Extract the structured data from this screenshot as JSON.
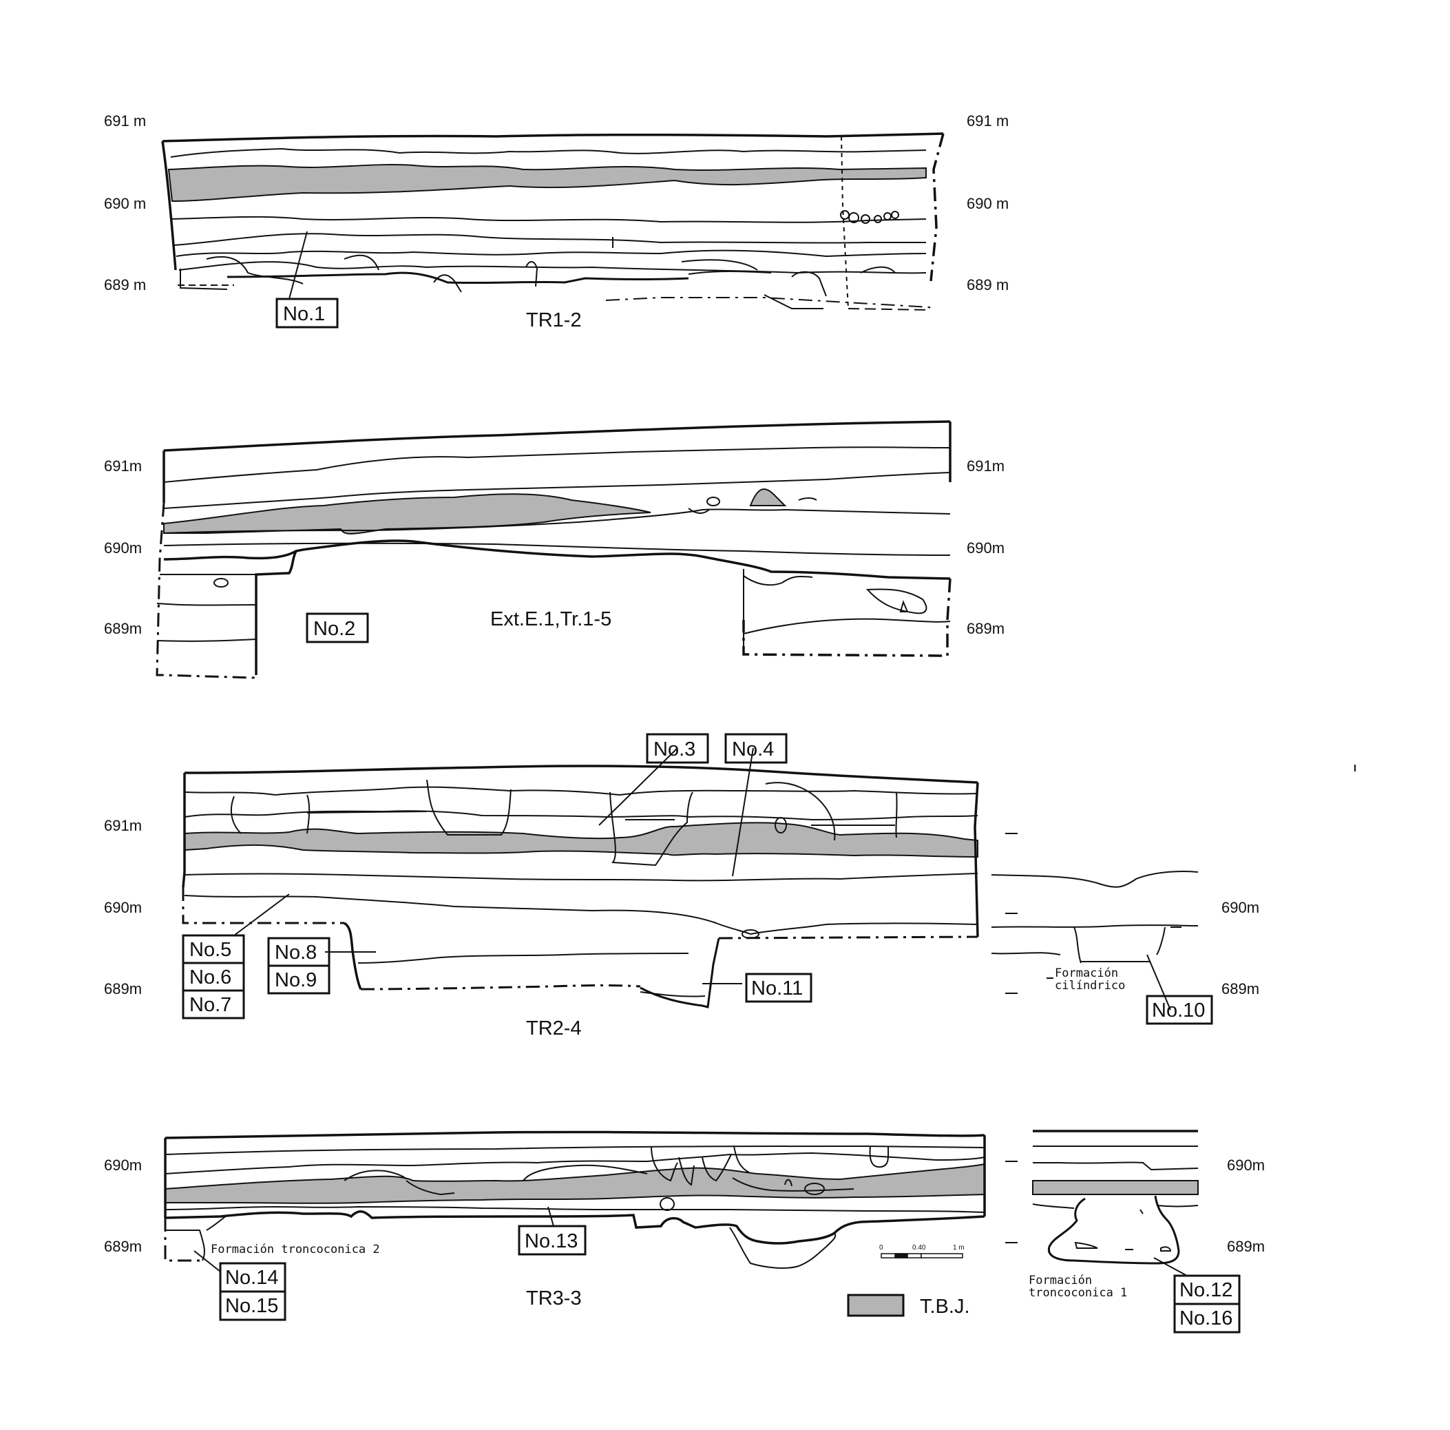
{
  "sections": [
    {
      "title": "TR1-2",
      "elevation_labels_left": [
        "691 m",
        "690 m",
        "689 m"
      ],
      "elevation_labels_right": [
        "691 m",
        "690 m",
        "689 m"
      ],
      "samples": [
        "No.1"
      ]
    },
    {
      "title": "Ext.E.1,Tr.1-5",
      "elevation_labels_left": [
        "691m",
        "690m",
        "689m"
      ],
      "elevation_labels_right": [
        "691m",
        "690m",
        "689m"
      ],
      "samples": [
        "No.2"
      ]
    },
    {
      "title": "TR2-4",
      "elevation_labels_left": [
        "691m",
        "690m",
        "689m"
      ],
      "elevation_labels_right": [
        "690m",
        "689m"
      ],
      "samples": [
        "No.3",
        "No.4",
        "No.5",
        "No.6",
        "No.7",
        "No.8",
        "No.9",
        "No.10",
        "No.11"
      ],
      "notes": [
        "Formación",
        "cilíndrico"
      ]
    },
    {
      "title": "TR3-3",
      "elevation_labels_left": [
        "690m",
        "689m"
      ],
      "elevation_labels_right": [
        "690m",
        "689m"
      ],
      "samples": [
        "No.12",
        "No.13",
        "No.14",
        "No.15",
        "No.16"
      ],
      "notes": [
        "Formación troncoconica 2",
        "Formación",
        "troncoconica 1"
      ]
    }
  ],
  "scale_bar": {
    "ticks": [
      "0",
      "0.40",
      "1 m"
    ]
  },
  "legend": {
    "label": "T.B.J.",
    "swatch_color": "#b4b4b4"
  },
  "colors": {
    "line": "#111111",
    "tbj_fill": "#b4b4b4",
    "background": "#ffffff"
  }
}
